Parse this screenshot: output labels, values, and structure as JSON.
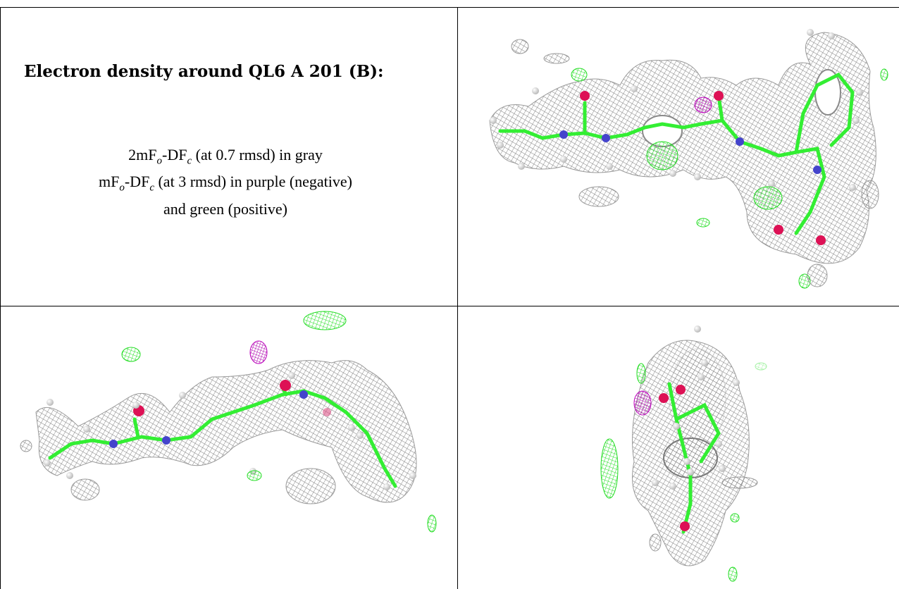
{
  "title": "Electron density around QL6 A 201 (B):",
  "legend": {
    "line1": {
      "pre": "2mF",
      "sub1": "o",
      "mid": "-DF",
      "sub2": "c",
      "post": " (at 0.7 rmsd) in gray"
    },
    "line2": {
      "pre": "mF",
      "sub1": "o",
      "mid": "-DF",
      "sub2": "c",
      "post": " (at 3 rmsd) in purple (negative)"
    },
    "line3": "and green (positive)"
  },
  "colors": {
    "mesh_2fofc": "#8a8a8a",
    "fofc_positive": "#22e022",
    "fofc_negative": "#cc22cc",
    "carbon": "#33ee33",
    "nitrogen": "#4444cc",
    "oxygen": "#dd1155",
    "hydrogen": "#e8e8e8"
  }
}
